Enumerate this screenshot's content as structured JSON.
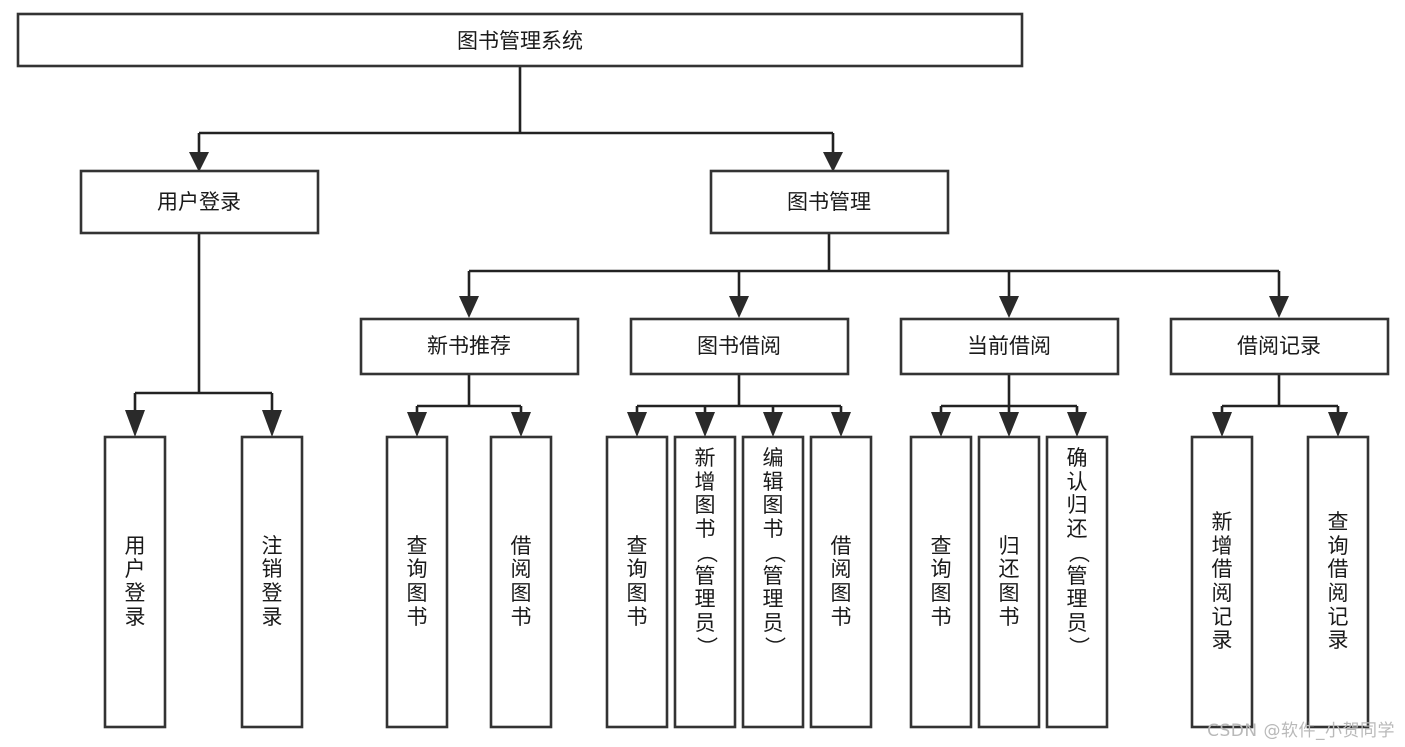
{
  "diagram": {
    "type": "tree-hierarchy",
    "title": "图书管理系统",
    "watermark": "CSDN @软件_小贺同学",
    "colors": {
      "box_stroke": "#333333",
      "box_fill": "#ffffff",
      "connector": "#222222",
      "text": "#1a1a1a",
      "watermark": "#b9b9b9",
      "background": "#ffffff"
    },
    "levels": {
      "root": {
        "label": "图书管理系统"
      },
      "level2": [
        {
          "label": "用户登录"
        },
        {
          "label": "图书管理"
        }
      ],
      "level3": [
        {
          "label": "新书推荐"
        },
        {
          "label": "图书借阅"
        },
        {
          "label": "当前借阅"
        },
        {
          "label": "借阅记录"
        }
      ],
      "leaves": {
        "user_login": [
          {
            "label": "用户登录"
          },
          {
            "label": "注销登录"
          }
        ],
        "new_book_recommend": [
          {
            "label": "查询图书"
          },
          {
            "label": "借阅图书"
          }
        ],
        "book_borrow": [
          {
            "label": "查询图书"
          },
          {
            "label": "新增图书（管理员）"
          },
          {
            "label": "编辑图书（管理员）"
          },
          {
            "label": "借阅图书"
          }
        ],
        "current_borrow": [
          {
            "label": "查询图书"
          },
          {
            "label": "归还图书"
          },
          {
            "label": "确认归还（管理员）"
          }
        ],
        "borrow_record": [
          {
            "label": "新增借阅记录"
          },
          {
            "label": "查询借阅记录"
          }
        ]
      }
    },
    "edges": [
      {
        "from": "图书管理系统",
        "to": "用户登录"
      },
      {
        "from": "图书管理系统",
        "to": "图书管理"
      },
      {
        "from": "图书管理",
        "to": "新书推荐"
      },
      {
        "from": "图书管理",
        "to": "图书借阅"
      },
      {
        "from": "图书管理",
        "to": "当前借阅"
      },
      {
        "from": "图书管理",
        "to": "借阅记录"
      },
      {
        "from": "用户登录",
        "to": "用户登录"
      },
      {
        "from": "用户登录",
        "to": "注销登录"
      },
      {
        "from": "新书推荐",
        "to": "查询图书"
      },
      {
        "from": "新书推荐",
        "to": "借阅图书"
      },
      {
        "from": "图书借阅",
        "to": "查询图书"
      },
      {
        "from": "图书借阅",
        "to": "新增图书（管理员）"
      },
      {
        "from": "图书借阅",
        "to": "编辑图书（管理员）"
      },
      {
        "from": "图书借阅",
        "to": "借阅图书"
      },
      {
        "from": "当前借阅",
        "to": "查询图书"
      },
      {
        "from": "当前借阅",
        "to": "归还图书"
      },
      {
        "from": "当前借阅",
        "to": "确认归还（管理员）"
      },
      {
        "from": "借阅记录",
        "to": "新增借阅记录"
      },
      {
        "from": "借阅记录",
        "to": "查询借阅记录"
      }
    ]
  }
}
